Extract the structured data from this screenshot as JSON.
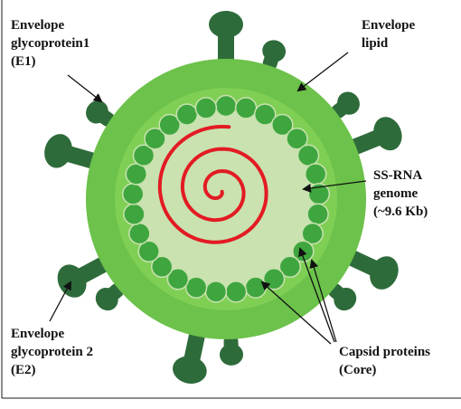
{
  "colors": {
    "outer_envelope": "#6cc24a",
    "inner_envelope": "#7fcf55",
    "core_fill": "#c9e2b0",
    "capsid": "#3fa63f",
    "capsid_outline": "#c9e2b0",
    "glycoprotein": "#2e6b3a",
    "genome": "#e31b23",
    "text": "#111111"
  },
  "labels": {
    "e1": [
      "Envelope",
      "glycoprotein1",
      "(E1)"
    ],
    "lipid": [
      "Envelope",
      "lipid"
    ],
    "genome": [
      "SS-RNA",
      "genome",
      "(~9.6 Kb)"
    ],
    "e2": [
      "Envelope",
      "glycoprotein 2",
      "(E2)"
    ],
    "capsid": [
      "Capsid proteins",
      "(Core)"
    ]
  },
  "icons": {
    "glycoprotein": "glycoprotein-spike-icon",
    "arrow": "arrow-icon"
  }
}
